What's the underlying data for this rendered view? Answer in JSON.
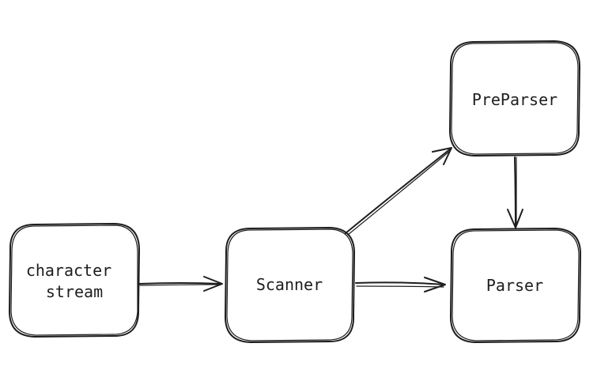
{
  "diagram": {
    "nodes": {
      "character_stream": {
        "line1": "character",
        "line2": "stream"
      },
      "scanner": {
        "label": "Scanner"
      },
      "preparser": {
        "label": "PreParser"
      },
      "parser": {
        "label": "Parser"
      }
    },
    "edges": [
      {
        "from": "character stream",
        "to": "Scanner"
      },
      {
        "from": "Scanner",
        "to": "PreParser"
      },
      {
        "from": "Scanner",
        "to": "Parser"
      },
      {
        "from": "PreParser",
        "to": "Parser"
      }
    ],
    "colors": {
      "stroke": "#1e1e1e",
      "background": "#ffffff"
    }
  }
}
